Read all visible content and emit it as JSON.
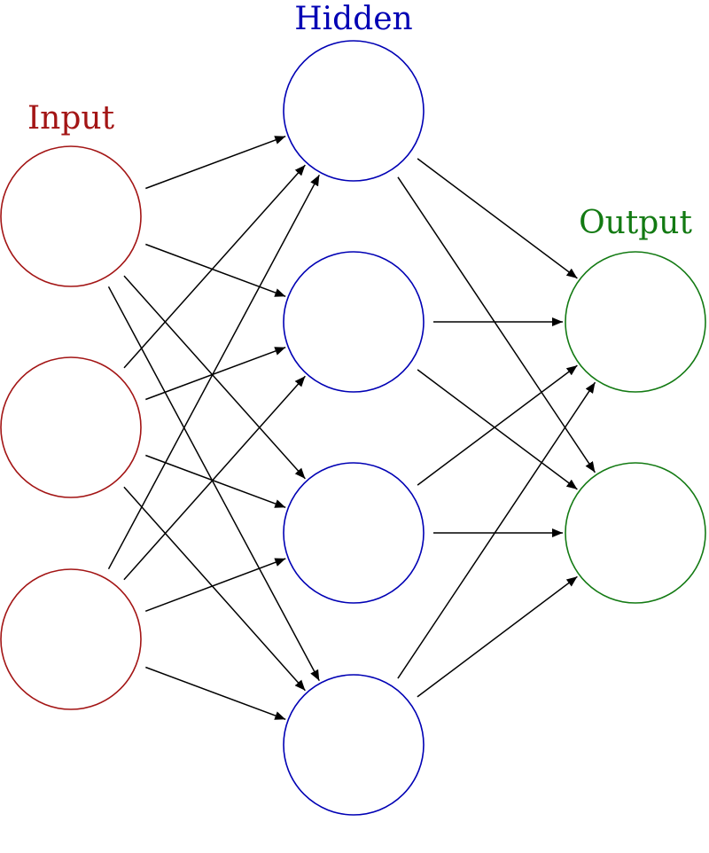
{
  "labels": {
    "input": "Input",
    "hidden": "Hidden",
    "output": "Output"
  },
  "colors": {
    "input": "#a31515",
    "hidden": "#0000b4",
    "output": "#137a13",
    "edge": "#000000"
  },
  "layers": [
    {
      "key": "input",
      "nodes": 3
    },
    {
      "key": "hidden",
      "nodes": 4
    },
    {
      "key": "output",
      "nodes": 2
    }
  ],
  "connectivity": "fully-connected"
}
